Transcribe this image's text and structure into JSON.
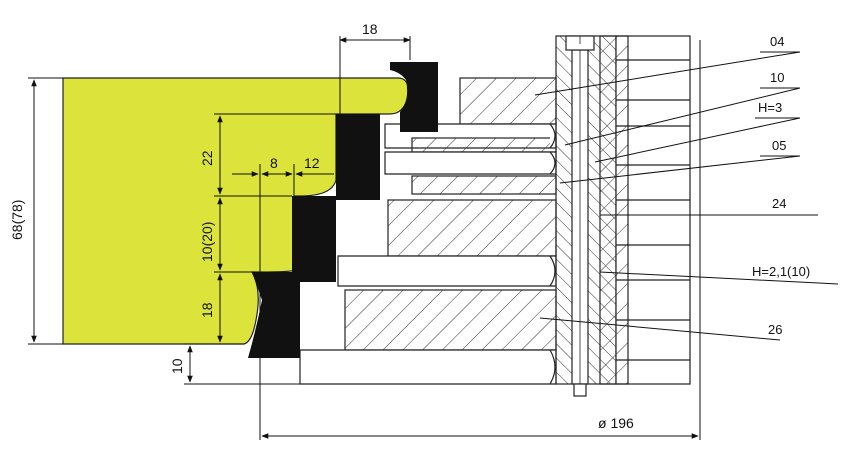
{
  "colors": {
    "workpiece": "#dce43c",
    "cutter": "#111111",
    "line": "#222222",
    "background": "#ffffff"
  },
  "dimensions": {
    "top_width": "18",
    "overall_height": "68(78)",
    "step_upper": "22",
    "step_middle": "10(20)",
    "step_lower": "18",
    "offset_bottom": "10",
    "width_a": "8",
    "width_b": "12",
    "diameter": "ø 196"
  },
  "labels": {
    "p04": "04",
    "p10": "10",
    "h3": "H=3",
    "p05": "05",
    "p24": "24",
    "h21": "H=2,1(10)",
    "p26": "26"
  }
}
